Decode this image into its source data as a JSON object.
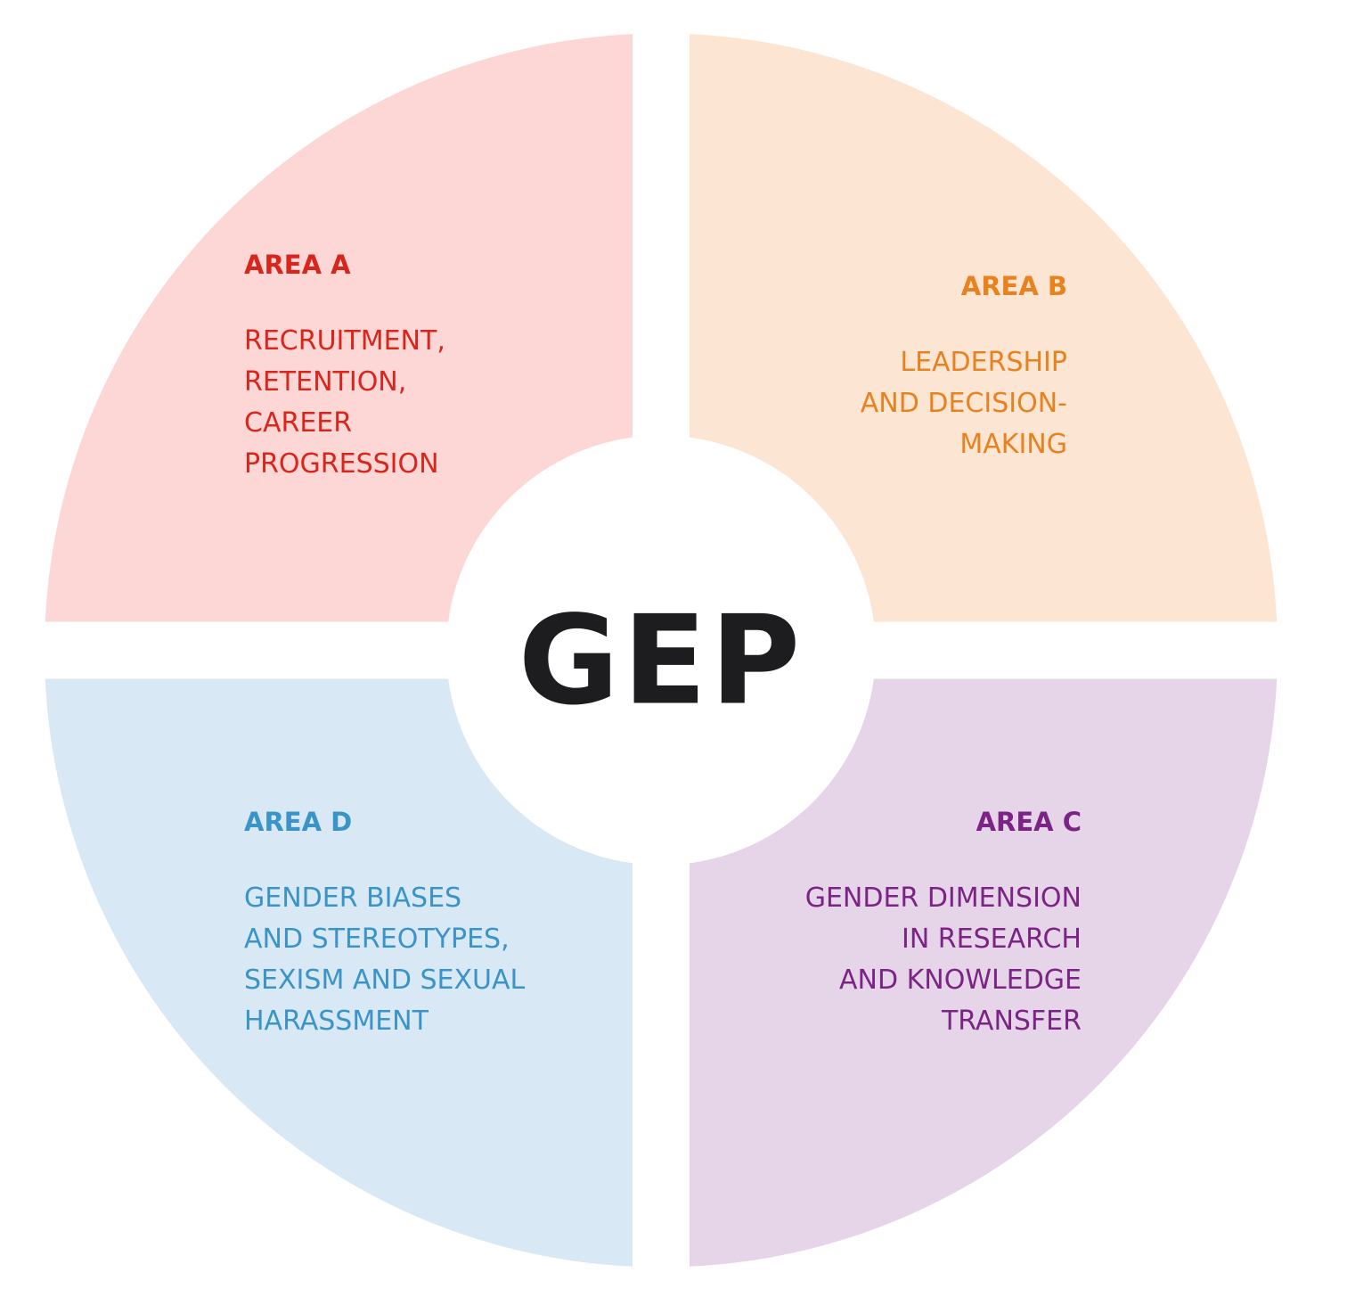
{
  "center": {
    "title": "GEP",
    "color": "#1d1d1f"
  },
  "areas": [
    {
      "id": "a",
      "title": "AREA A",
      "description": "RECRUITMENT,\nRETENTION,\nCAREER\nPROGRESSION",
      "quadrant": "top-left",
      "bg_color": "#fdd7d6",
      "text_color": "#d9261c"
    },
    {
      "id": "b",
      "title": "AREA B",
      "description": "LEADERSHIP\nAND DECISION-\nMAKING",
      "quadrant": "top-right",
      "bg_color": "#fde5d4",
      "text_color": "#e8821e"
    },
    {
      "id": "c",
      "title": "AREA C",
      "description": "GENDER DIMENSION\nIN RESEARCH\nAND KNOWLEDGE\nTRANSFER",
      "quadrant": "bottom-right",
      "bg_color": "#e6d4e8",
      "text_color": "#7b2485"
    },
    {
      "id": "d",
      "title": "AREA D",
      "description": "GENDER BIASES\nAND STEREOTYPES,\nSEXISM AND SEXUAL\nHARASSMENT",
      "quadrant": "bottom-left",
      "bg_color": "#d8e8f4",
      "text_color": "#3a94c8"
    }
  ]
}
